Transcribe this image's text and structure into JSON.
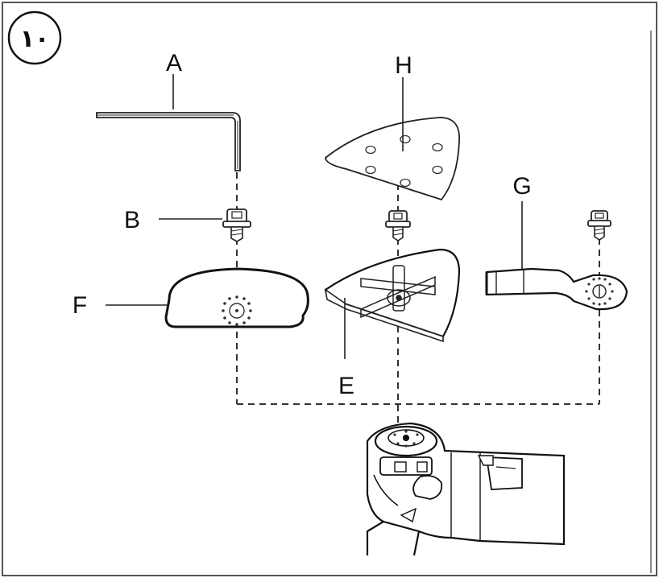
{
  "figure": {
    "badge": "١٠",
    "labels": {
      "A": "A",
      "B": "B",
      "E": "E",
      "F": "F",
      "G": "G",
      "H": "H"
    }
  }
}
